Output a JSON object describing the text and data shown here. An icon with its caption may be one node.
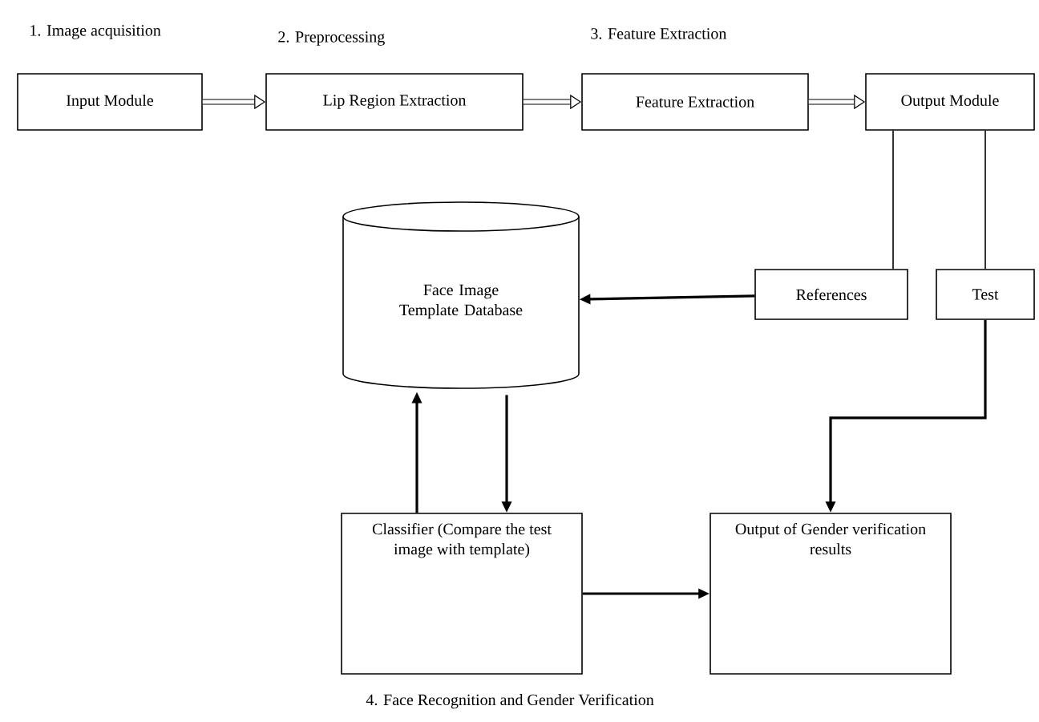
{
  "diagram": {
    "nodes": [
      {
        "text": [
          "Input Module"
        ]
      },
      {
        "text": [
          "Lip Region Extraction"
        ]
      },
      {
        "text": [
          "Feature Extraction"
        ]
      },
      {
        "text": [
          "Output Module"
        ]
      },
      {
        "text": [
          "Face Image Template Database"
        ]
      },
      {
        "text": [
          "References"
        ]
      },
      {
        "text": [
          "Test"
        ]
      },
      {
        "text": [
          "Classifier (Compare the test image with template)"
        ]
      },
      {
        "text": [
          "Output of Gender verification results"
        ]
      }
    ],
    "edges": [
      {
        "from": 0,
        "to": 1,
        "arrow": "to",
        "style": "thick"
      },
      {
        "from": 1,
        "to": 2,
        "arrow": "to",
        "style": "thick"
      },
      {
        "from": 2,
        "to": 3,
        "arrow": "to",
        "style": "thick"
      },
      {
        "from": 3,
        "to": 5,
        "arrow": "none"
      },
      {
        "from": 3,
        "to": 6,
        "arrow": "none"
      },
      {
        "from": 5,
        "to": 4,
        "arrow": "to"
      },
      {
        "from": 6,
        "to": 8,
        "arrow": "to"
      },
      {
        "from": 4,
        "to": 7,
        "arrow": "to"
      },
      {
        "from": 7,
        "to": 4,
        "arrow": "to"
      },
      {
        "from": 7,
        "to": 8,
        "arrow": "to"
      }
    ],
    "labels": [
      "1. Image acquisition",
      "2. Preprocessing",
      "3. Feature Extraction",
      "4. Face Recognition and Gender Verification"
    ]
  }
}
